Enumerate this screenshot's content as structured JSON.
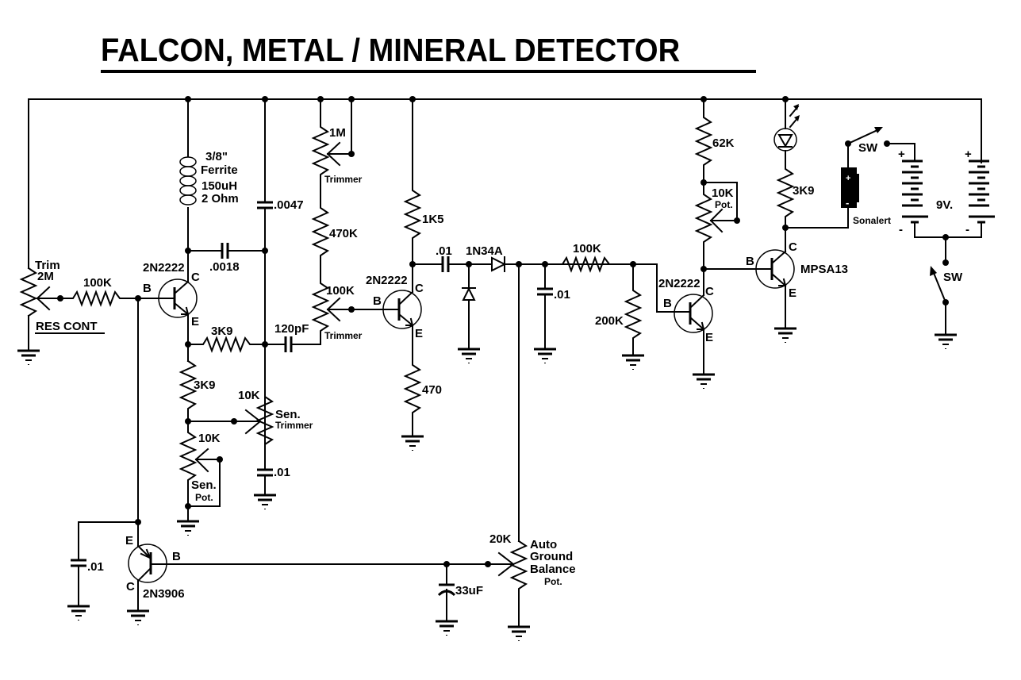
{
  "title": "FALCON,  METAL / MINERAL DETECTOR",
  "colors": {
    "ink": "#000000",
    "background": "#ffffff"
  },
  "components": {
    "trim_pot": {
      "name": "Trim",
      "value": "2M",
      "caption": "RES CONT"
    },
    "r_base_osc": {
      "value": "100K"
    },
    "q1": {
      "part": "2N2222",
      "pins": [
        "B",
        "C",
        "E"
      ]
    },
    "coil": {
      "line1": "3/8\"",
      "line2": "Ferrite",
      "line3": "150uH",
      "line4": "2 Ohm"
    },
    "c_fb": {
      "value": ".0018"
    },
    "c_tank": {
      "value": ".0047"
    },
    "r_emit": {
      "value": "3K9"
    },
    "r_emit2": {
      "value": "3K9"
    },
    "c_couple": {
      "value": "120pF"
    },
    "trimmer_1m": {
      "value": "1M",
      "caption": "Trimmer"
    },
    "r_470k": {
      "value": "470K"
    },
    "trimmer_100k": {
      "value": "100K",
      "caption": "Trimmer"
    },
    "sen_trimmer": {
      "value": "10K",
      "name": "Sen.",
      "caption": "Trimmer"
    },
    "c_sen": {
      "value": ".01"
    },
    "sen_pot": {
      "value": "10K",
      "name": "Sen.",
      "caption": "Pot."
    },
    "q2": {
      "part": "2N2222",
      "pins": [
        "B",
        "C",
        "E"
      ]
    },
    "r_1k5": {
      "value": "1K5"
    },
    "r_470": {
      "value": "470"
    },
    "c_det": {
      "value": ".01"
    },
    "diode": {
      "part": "1N34A"
    },
    "c_filt": {
      "value": ".01"
    },
    "r_100k_b": {
      "value": "100K"
    },
    "r_200k": {
      "value": "200K"
    },
    "q3": {
      "part": "2N2222",
      "pins": [
        "B",
        "C",
        "E"
      ]
    },
    "r_62k": {
      "value": "62K"
    },
    "pot_10k": {
      "value": "10K",
      "caption": "Pot."
    },
    "q4": {
      "part": "MPSA13",
      "pins": [
        "B",
        "C",
        "E"
      ]
    },
    "r_3k9_led": {
      "value": "3K9"
    },
    "sonalert": {
      "name": "Sonalert",
      "plus": "+",
      "minus": "-"
    },
    "sw1": {
      "label": "SW"
    },
    "sw2": {
      "label": "SW"
    },
    "battery": {
      "value": "9V.",
      "plus": "+",
      "minus": "-"
    },
    "q5": {
      "part": "2N3906",
      "pins": [
        "B",
        "C",
        "E"
      ]
    },
    "c_q5": {
      "value": ".01"
    },
    "c_33u": {
      "value": "33uF"
    },
    "agb_pot": {
      "value": "20K",
      "line1": "Auto",
      "line2": "Ground",
      "line3": "Balance",
      "caption": "Pot."
    }
  }
}
